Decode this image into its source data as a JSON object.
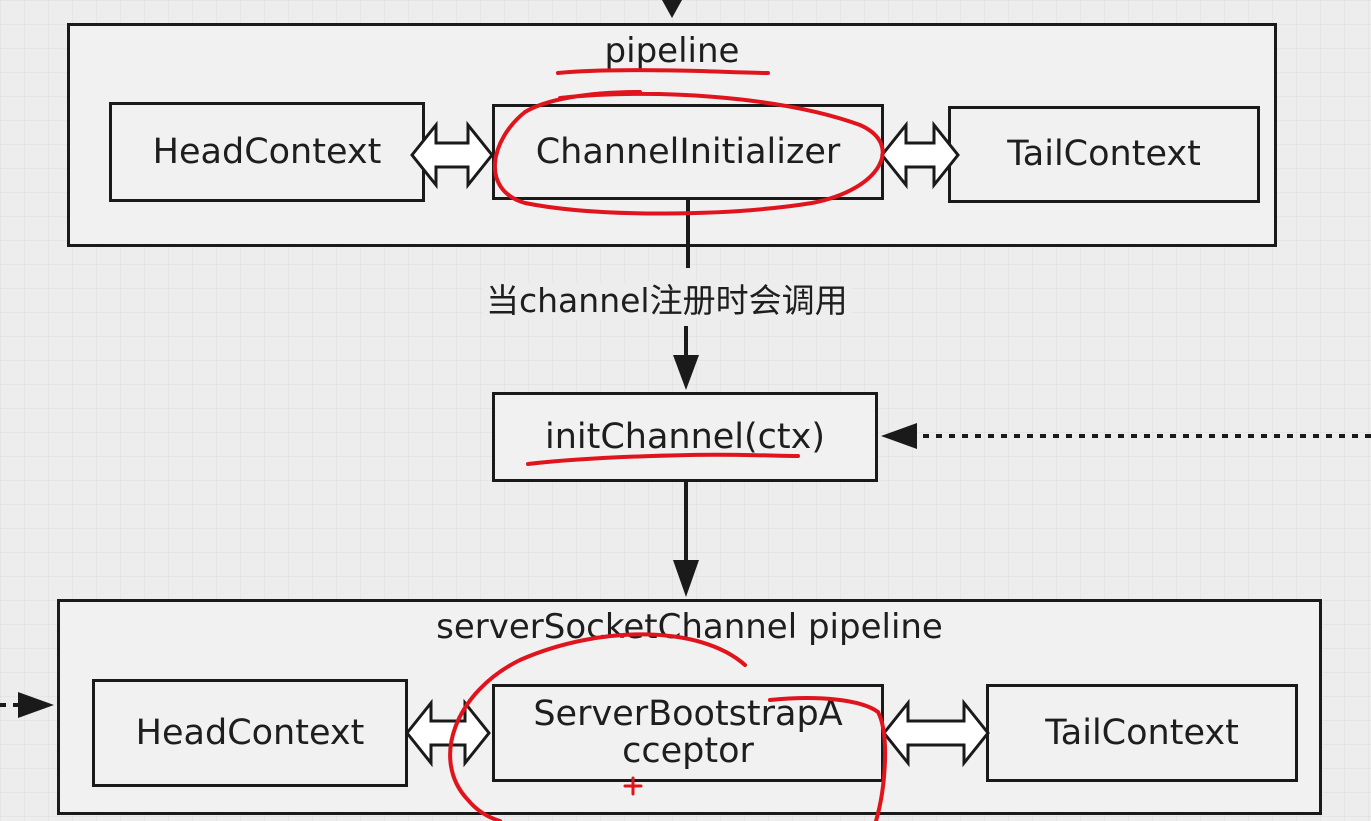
{
  "top_pipeline": {
    "title": "pipeline",
    "head": "HeadContext",
    "middle": "ChannelInitializer",
    "tail": "TailContext"
  },
  "edge_label": "当channel注册时会调用",
  "init_channel": "initChannel(ctx)",
  "bottom_pipeline": {
    "title": "serverSocketChannel pipeline",
    "head": "HeadContext",
    "middle_line1": "ServerBootstrapA",
    "middle_line2": "cceptor",
    "tail": "TailContext"
  },
  "colors": {
    "line": "#1a1a1a",
    "annotation": "#e0141c",
    "box_fill": "#f1f1f1",
    "background": "#ededed"
  }
}
